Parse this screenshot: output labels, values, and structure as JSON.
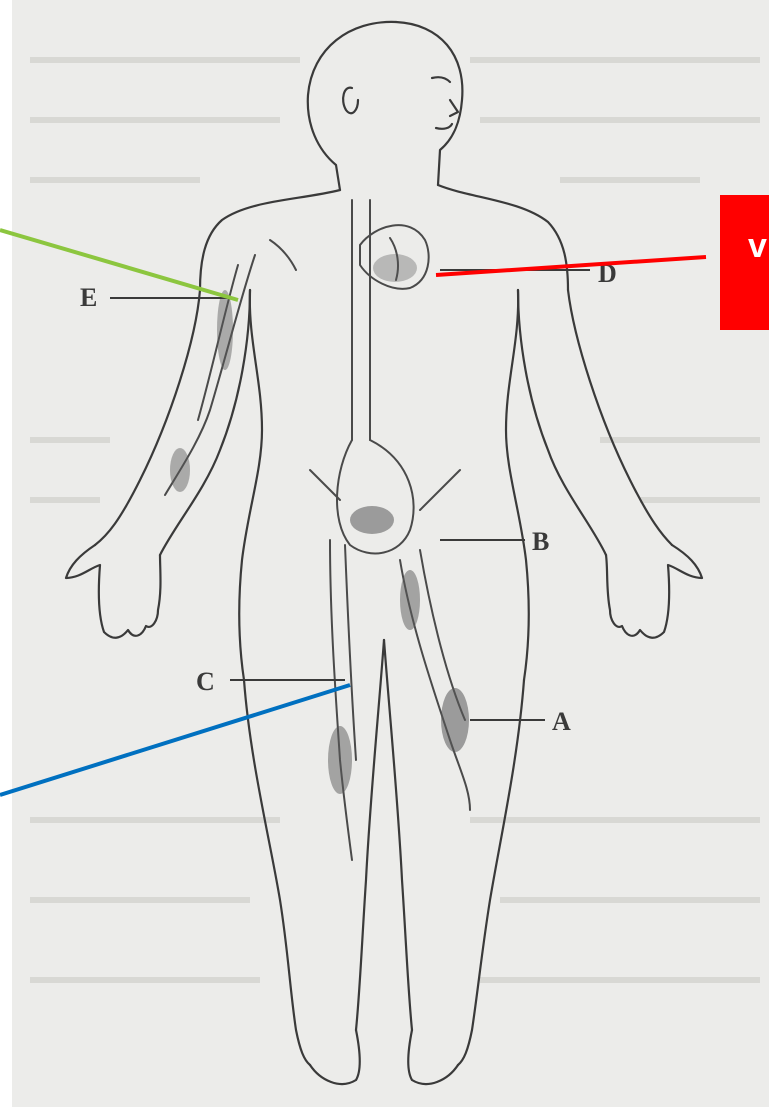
{
  "diagram": {
    "labels": {
      "a": "A",
      "b": "B",
      "c": "C",
      "d": "D",
      "e": "E"
    },
    "annotation_box": {
      "text": "v",
      "color": "#ff0000"
    },
    "pointer_colors": {
      "green": "#8cc63f",
      "red": "#ff0000",
      "blue": "#0070c0"
    },
    "figure_description_colors": {
      "ink": "#3a3a3a",
      "paper": "#ececea"
    }
  }
}
